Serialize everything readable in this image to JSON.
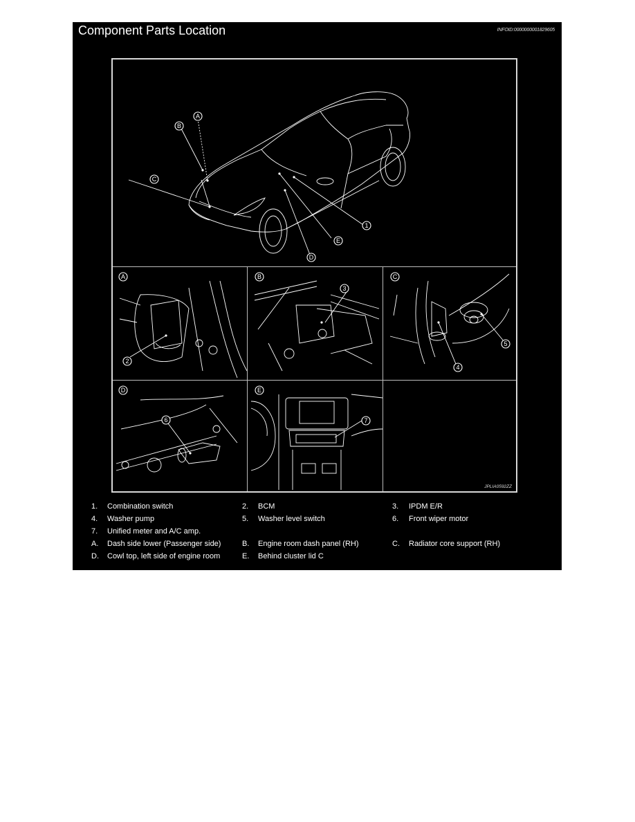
{
  "header": {
    "title": "Component Parts Location",
    "info_id": "INFOID:0000000001829605"
  },
  "figure": {
    "code": "JPLIA0592ZZ",
    "main_view": {
      "description": "Coupe isometric line drawing with location callouts",
      "callouts": [
        "A",
        "B",
        "C",
        "D",
        "E",
        "1"
      ]
    },
    "panels": [
      {
        "id": "A",
        "label": "A",
        "callouts": [
          "2"
        ],
        "description": "Dash side lower (passenger side) view"
      },
      {
        "id": "B",
        "label": "B",
        "callouts": [
          "3"
        ],
        "description": "Engine room dash panel view"
      },
      {
        "id": "C",
        "label": "C",
        "callouts": [
          "4",
          "5"
        ],
        "description": "Radiator core support view"
      },
      {
        "id": "D",
        "label": "D",
        "callouts": [
          "6"
        ],
        "description": "Cowl top view"
      },
      {
        "id": "E",
        "label": "E",
        "callouts": [
          "7"
        ],
        "description": "Instrument panel / cluster lid view"
      }
    ]
  },
  "legend": {
    "rows": [
      [
        {
          "key": "1.",
          "text": "Combination switch"
        },
        {
          "key": "2.",
          "text": "BCM"
        },
        {
          "key": "3.",
          "text": "IPDM E/R"
        }
      ],
      [
        {
          "key": "4.",
          "text": "Washer pump"
        },
        {
          "key": "5.",
          "text": "Washer level switch"
        },
        {
          "key": "6.",
          "text": "Front wiper motor"
        }
      ],
      [
        {
          "key": "7.",
          "text": "Unified meter and A/C amp."
        }
      ],
      [
        {
          "key": "A.",
          "text": "Dash side lower (Passenger side)"
        },
        {
          "key": "B.",
          "text": "Engine room dash panel (RH)"
        },
        {
          "key": "C.",
          "text": "Radiator core support (RH)"
        }
      ],
      [
        {
          "key": "D.",
          "text": "Cowl top, left side of engine room"
        },
        {
          "key": "E.",
          "text": "Behind cluster lid C"
        }
      ]
    ]
  },
  "colors": {
    "background": "#000000",
    "foreground": "#ffffff",
    "page": "#ffffff",
    "frame": "#d8d8d8"
  }
}
